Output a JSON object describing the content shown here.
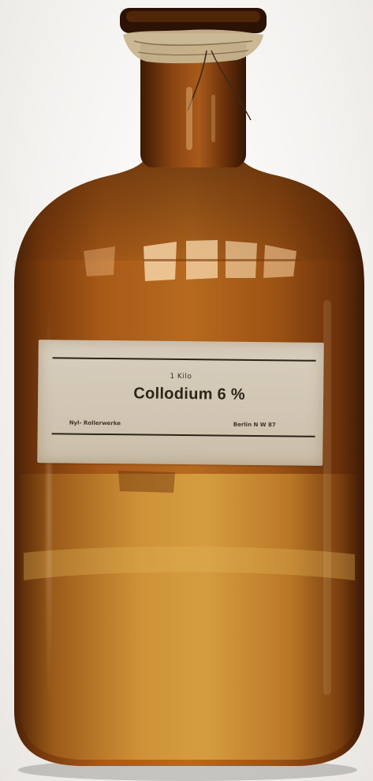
{
  "label": {
    "quantity": "1 Kilo",
    "product": "Collodium 6 %",
    "maker": "Nyl- Rollerwerke",
    "city": "Berlin N W 87"
  },
  "colors": {
    "glass_dark": "#3a1c06",
    "glass_mid": "#8a4510",
    "glass_light": "#c77a25",
    "liquid": "#d29a3a",
    "label_paper": "#d3c8b6",
    "background": "#f3f1ee"
  }
}
